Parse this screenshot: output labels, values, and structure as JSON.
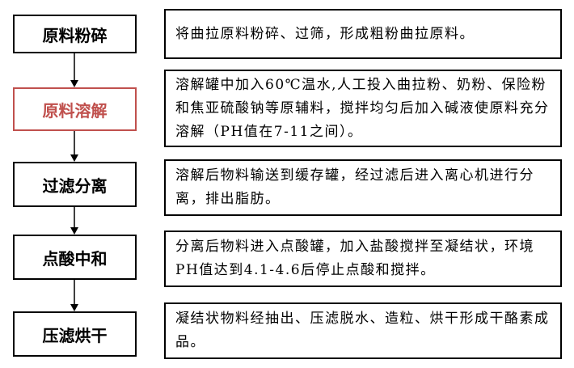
{
  "steps": [
    {
      "title": "原料粉碎",
      "description": "将曲拉原料粉碎、过筛，形成粗粉曲拉原料。"
    },
    {
      "title": "原料溶解",
      "description": "溶解罐中加入60℃温水,人工投入曲拉粉、奶粉、保险粉和焦亚硫酸钠等原辅料，搅拌均匀后加入碱液使原料充分溶解（PH值在7-11之间）。",
      "highlight_color": "#c0504d"
    },
    {
      "title": "过滤分离",
      "description": "溶解后物料输送到缓存罐，经过滤后进入离心机进行分离，排出脂肪。"
    },
    {
      "title": "点酸中和",
      "description": "分离后物料进入点酸罐，加入盐酸搅拌至凝结状，环境PH值达到4.1-4.6后停止点酸和搅拌。"
    },
    {
      "title": "压滤烘干",
      "description": "凝结状物料经抽出、压滤脱水、造粒、烘干形成干酪素成品。"
    }
  ]
}
